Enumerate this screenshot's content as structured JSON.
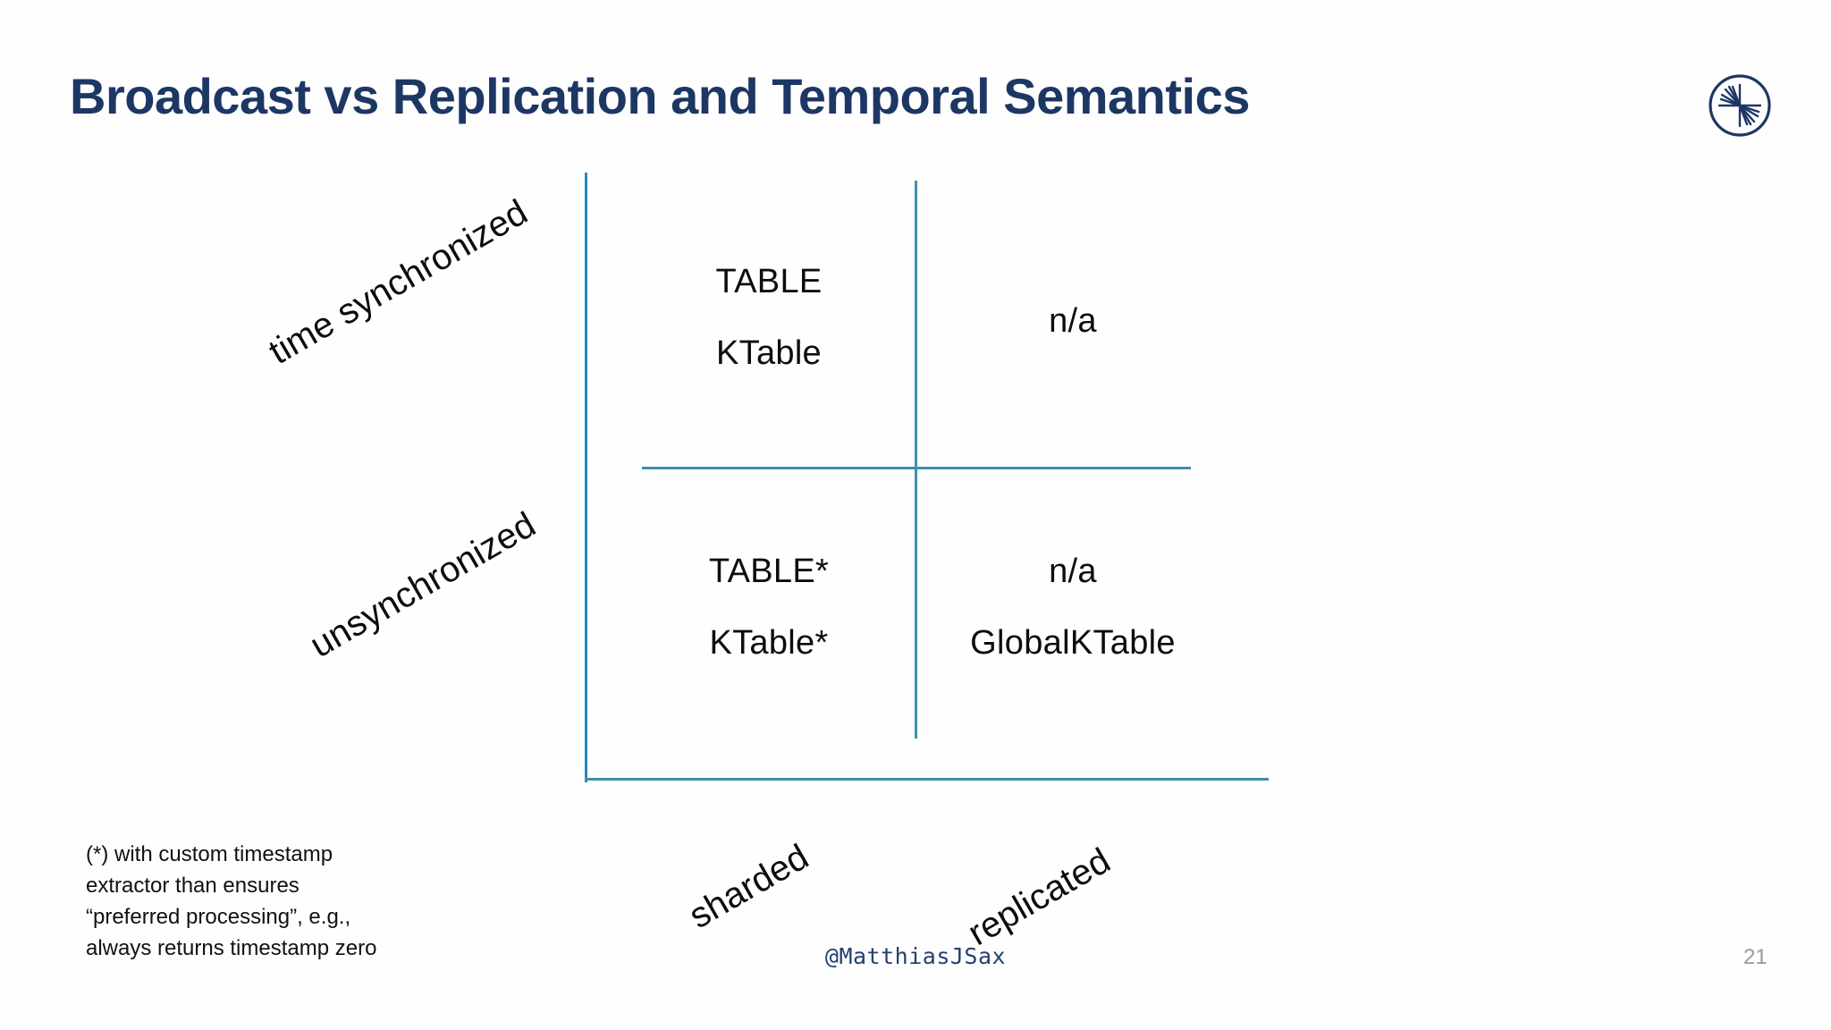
{
  "slide": {
    "title": "Broadcast vs Replication and Temporal Semantics",
    "page_number": "21",
    "handle": "@MatthiasJSax",
    "logo_icon": "confluent-starburst-logo",
    "colors": {
      "title_navy": "#1d3765",
      "axis_blue": "#2a85c0",
      "divider_teal": "#3d8fab",
      "body_text": "#0d0d0d",
      "page_number_gray": "#97999b",
      "handle_navy": "#24406d"
    }
  },
  "matrix": {
    "row_labels": [
      "time synchronized",
      "unsynchronized"
    ],
    "column_labels": [
      "sharded",
      "replicated"
    ],
    "cells": {
      "synchronized_sharded": [
        "TABLE",
        "KTable"
      ],
      "synchronized_replicated": [
        "n/a"
      ],
      "unsynchronized_sharded": [
        "TABLE*",
        "KTable*"
      ],
      "unsynchronized_replicated": [
        "n/a",
        "GlobalKTable"
      ]
    }
  },
  "footnote": {
    "line1": "(*) with custom timestamp",
    "line2": "extractor than ensures",
    "line3": "“preferred processing”, e.g.,",
    "line4": "always returns timestamp zero"
  }
}
